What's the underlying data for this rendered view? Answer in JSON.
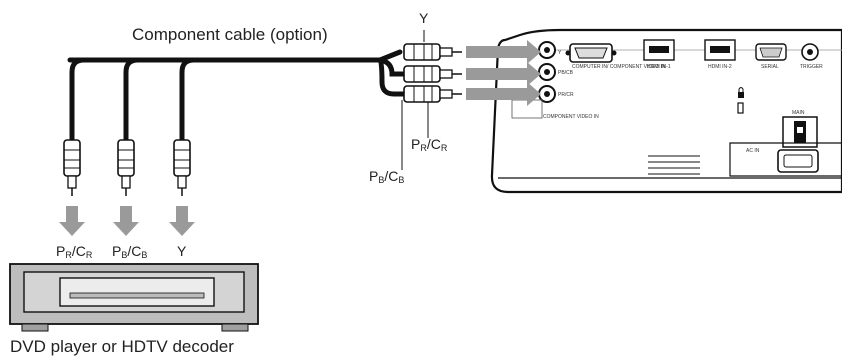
{
  "diagram": {
    "cable_label": "Component cable (option)",
    "device_label": "DVD player or HDTV decoder",
    "plug_top_label": "Y",
    "plug_pb": {
      "main": "P",
      "sub": "B",
      "slash": "/C",
      "sub2": "B"
    },
    "plug_pr": {
      "main": "P",
      "sub": "R",
      "slash": "/C",
      "sub2": "R"
    },
    "source_labels": {
      "pr": {
        "main": "P",
        "sub": "R",
        "slash": "/C",
        "sub2": "R"
      },
      "pb": {
        "main": "P",
        "sub": "B",
        "slash": "/C",
        "sub2": "B"
      },
      "y": "Y"
    },
    "projector_ports": {
      "computer_in": "COMPUTER IN/ COMPONENT VIDEO IN",
      "hdmi1": "HDMI IN-1",
      "hdmi2": "HDMI IN-2",
      "serial": "SERIAL",
      "trigger": "TRIGGER",
      "component_video_in": "COMPONENT VIDEO IN",
      "main": "MAIN",
      "ac_in": "AC IN"
    }
  }
}
